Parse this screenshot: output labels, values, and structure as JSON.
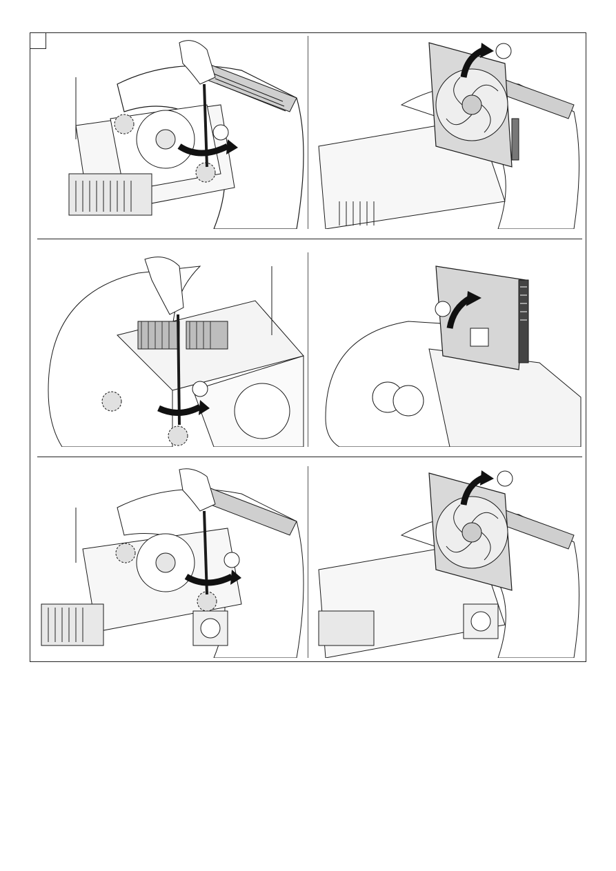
{
  "figure": {
    "step_marker": "",
    "panels": [
      {
        "id": "p1",
        "action": "unscrew",
        "illustration": "fan-mount-screws"
      },
      {
        "id": "p2",
        "action": "lift-out",
        "illustration": "fan-removed"
      },
      {
        "id": "p3",
        "action": "unscrew",
        "illustration": "board-mount-screws"
      },
      {
        "id": "p4",
        "action": "lift-out",
        "illustration": "driver-board-removed"
      },
      {
        "id": "p5",
        "action": "unscrew",
        "illustration": "fan-mount-screws-2"
      },
      {
        "id": "p6",
        "action": "lift-out",
        "illustration": "fan-removed-2"
      }
    ]
  },
  "colors": {
    "line": "#1a1a1a",
    "shade": "#d9d9d9",
    "dark": "#111111",
    "light": "#f2f2f2"
  }
}
